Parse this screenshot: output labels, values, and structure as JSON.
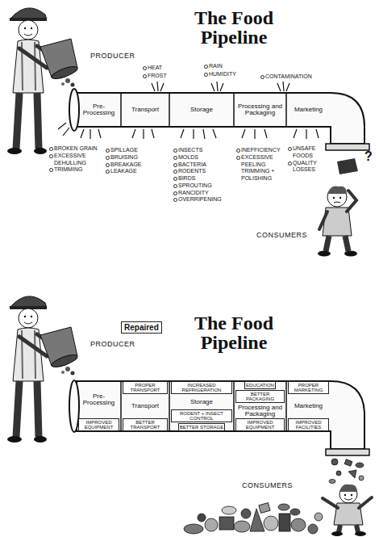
{
  "diagram": {
    "title": "The Food Pipeline",
    "nodes": [
      {
        "text": [
          "Pre-Processing"
        ]
      },
      {
        "text": [
          "Transport"
        ]
      },
      {
        "text": [
          "Storage"
        ]
      },
      {
        "text": [
          "Processing and Packaging"
        ]
      },
      {
        "text": [
          "Marketing"
        ]
      },
      {
        "text": [
          "Pre-Processing"
        ]
      },
      {
        "text": [
          "IMPROVED EQUIPMENT"
        ],
        "in": 5
      },
      {
        "text": [
          "Transport"
        ]
      },
      {
        "text": [
          "PROPER TRANSPORT"
        ],
        "in": 7
      },
      {
        "text": [
          "BETTER TRANSPORT"
        ],
        "in": 7
      },
      {
        "text": [
          "Storage"
        ]
      },
      {
        "text": [
          "INCREASED REFRIGERATION"
        ],
        "in": 10
      },
      {
        "text": [
          "RODENT + INSECT CONTROL"
        ],
        "in": 10
      },
      {
        "text": [
          "BETTER STORAGE"
        ],
        "in": 10
      },
      {
        "text": [
          "Processing and Packaging"
        ]
      },
      {
        "text": [
          "EDUCATION"
        ],
        "in": 14
      },
      {
        "text": [
          "BETTER PACKAGING"
        ],
        "in": 14
      },
      {
        "text": [
          "IMPROVED EQUIPMENT"
        ],
        "in": 14
      },
      {
        "text": [
          "Marketing"
        ]
      },
      {
        "text": [
          "PROPER MARKETING"
        ],
        "in": 18
      },
      {
        "text": [
          "IMPROVED FACILITIES"
        ],
        "in": 18
      }
    ],
    "labels": [
      "PRODUCER",
      "HEAT",
      "FROST",
      "RAIN",
      "HUMIDITY",
      "CONTAMINATION",
      "BROKEN GRAIN",
      "EXCESSIVE DEHULLING",
      "TRIMMING",
      "SPILLAGE",
      "BRUISING",
      "BREAKAGE",
      "LEAKAGE",
      "INSECTS",
      "MOLDS",
      "BACTERIA",
      "RODENTS",
      "BIRDS",
      "SPROUTING",
      "RANCIDITY",
      "OVERRIPENING",
      "INEFFICIENCY",
      "EXCESSIVE PEELING TRIMMING + POLISHING",
      "UNSAFE FOODS",
      "QUALITY LOSSES",
      "CONSUMERS",
      "?",
      "Repaired",
      "The Food Pipeline",
      "PRODUCER",
      "CONSUMERS"
    ]
  }
}
